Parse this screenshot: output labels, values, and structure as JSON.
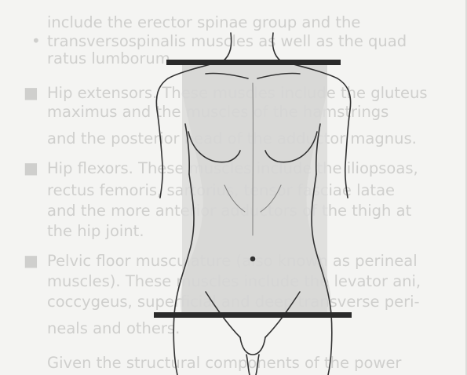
{
  "text_lines": [
    "include the erector spinae group and the",
    "transversospinalis muscles as well as the quad",
    "ratus lumborum.",
    "Hip extensors. These muscles include the gluteus",
    "maximus and the muscles of the hamstrings",
    "and the posterior head of the adductor magnus.",
    "Hip flexors. These muscles include the iliopsoas,",
    "rectus femoris, sartorius, tensor fasciae latae",
    "and the more anterior adductors of the thigh at",
    "the hip joint.",
    "Pelvic floor musculature (also known as perineal",
    "muscles). These muscles include the levator ani,",
    "coccygeus, superficial and deep transverse peri-",
    "neals and others.",
    "Given the structural components of the power"
  ],
  "figure": {
    "description_icon": "torso-outline-icon",
    "upper_bar_color": "#2a2a2a",
    "lower_bar_color": "#2a2a2a",
    "shade_color": "#d9d9d7"
  }
}
